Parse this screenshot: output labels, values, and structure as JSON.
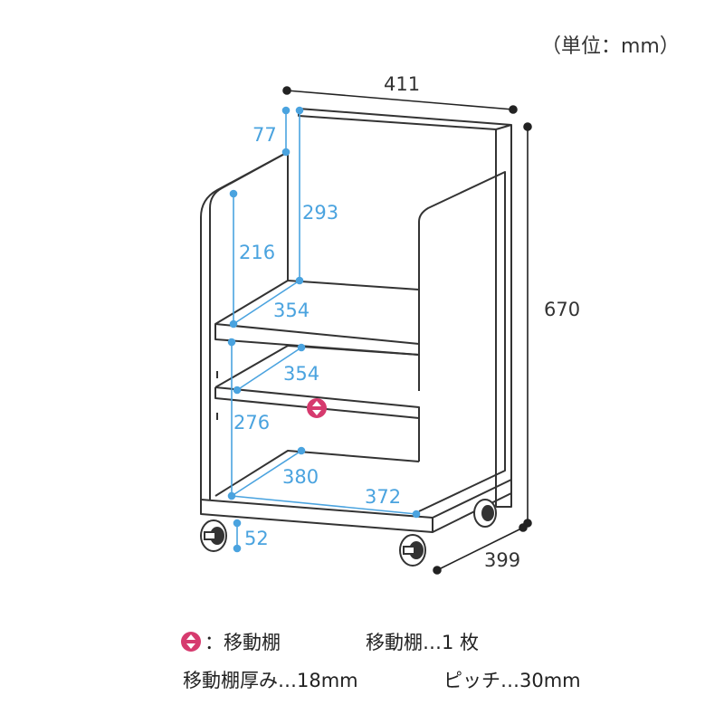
{
  "unit_label": "（単位：mm）",
  "dimensions": {
    "width_overall": "411",
    "height_overall": "670",
    "depth_overall": "399",
    "top_gap": "77",
    "top_inner": "293",
    "side_upper": "216",
    "shelf_upper_depth": "354",
    "shelf_middle_depth": "354",
    "lower_height": "276",
    "bottom_depth": "380",
    "bottom_width": "372",
    "caster_height": "52"
  },
  "legend": {
    "movable_label": "：移動棚",
    "count_text": "移動棚…1 枚",
    "thickness_text": "移動棚厚み…18mm",
    "pitch_text": "ピッチ…30mm"
  },
  "colors": {
    "outline": "#333333",
    "dimension_blue": "#4aa3df",
    "movable_icon": "#d63a6e"
  }
}
